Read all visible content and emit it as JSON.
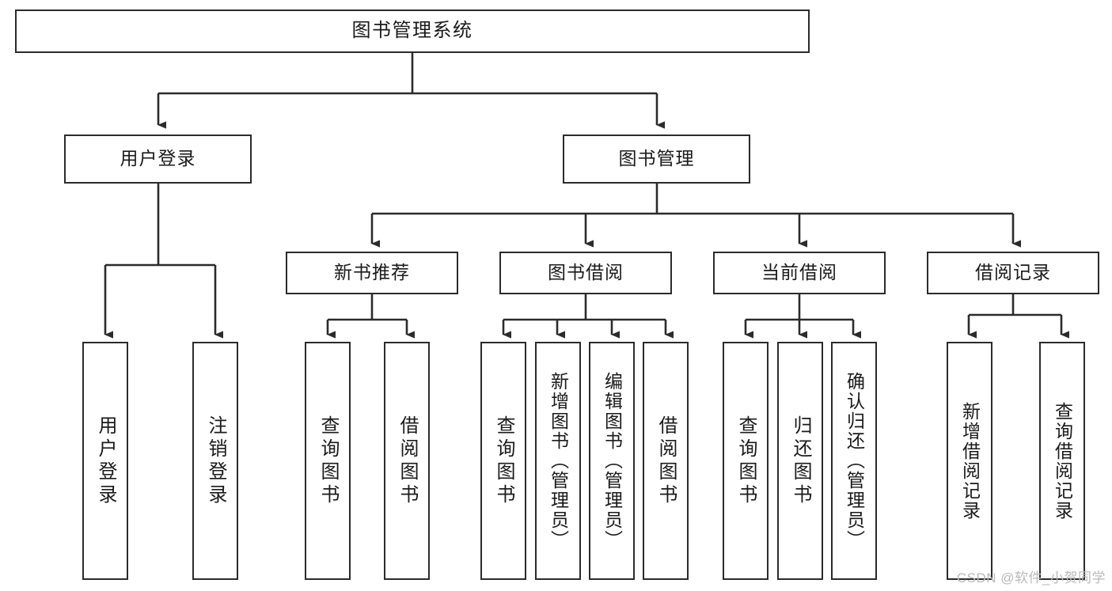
{
  "diagram": {
    "title": "图书管理系统",
    "type": "tree-hierarchy-diagram",
    "style": {
      "border_color": "#2b2b2b",
      "fill_color": "#ffffff",
      "text_color": "#1a1a1a",
      "background": "#ffffff",
      "watermark_color": "#b9b9b9"
    },
    "levels": {
      "level0": [
        "root"
      ],
      "level1": [
        "user-login",
        "book-management"
      ],
      "level2": [
        "new-book-recommend",
        "book-borrow",
        "current-borrow",
        "borrow-record"
      ],
      "level3": [
        "leaf nodes"
      ]
    }
  },
  "nodes": {
    "root": {
      "label": "图书管理系统"
    },
    "user_login": {
      "label": "用户登录"
    },
    "book_management": {
      "label": "图书管理"
    },
    "new_book_recommend": {
      "label": "新书推荐"
    },
    "book_borrow": {
      "label": "图书借阅"
    },
    "current_borrow": {
      "label": "当前借阅"
    },
    "borrow_record": {
      "label": "借阅记录"
    },
    "leaf_user_login": {
      "label": "用户登录"
    },
    "leaf_logout_login": {
      "label": "注销登录"
    },
    "leaf_query_book_1": {
      "label": "查询图书"
    },
    "leaf_borrow_book_1": {
      "label": "借阅图书"
    },
    "leaf_query_book_2": {
      "label": "查询图书"
    },
    "leaf_add_book": {
      "label": "新增图书（管理员）"
    },
    "leaf_edit_book": {
      "label": "编辑图书（管理员）"
    },
    "leaf_borrow_book_2": {
      "label": "借阅图书"
    },
    "leaf_query_book_3": {
      "label": "查询图书"
    },
    "leaf_return_book": {
      "label": "归还图书"
    },
    "leaf_confirm_return": {
      "label": "确认归还（管理员）"
    },
    "leaf_add_record": {
      "label": "新增借阅记录"
    },
    "leaf_query_record": {
      "label": "查询借阅记录"
    }
  },
  "watermark": {
    "text": "CSDN @软件_小贺同学"
  }
}
